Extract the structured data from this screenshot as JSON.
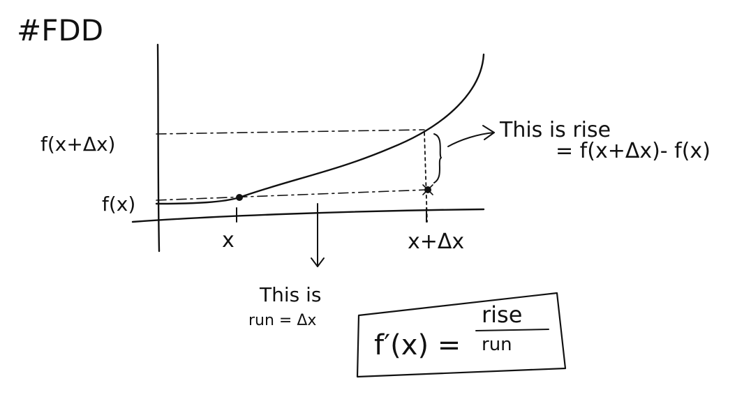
{
  "tag": "#FDD",
  "labels": {
    "f_x_plus": "f(x+Δx)",
    "f_x": "f(x)",
    "x": "x",
    "x_plus": "x+Δx",
    "rise_line1": "This is rise",
    "rise_line2": "= f(x+Δx)- f(x)",
    "run_line1": "This is",
    "run_line2": "run = Δx"
  },
  "formula": {
    "lhs": "f′(x) =",
    "numerator": "rise",
    "denominator": "run"
  }
}
